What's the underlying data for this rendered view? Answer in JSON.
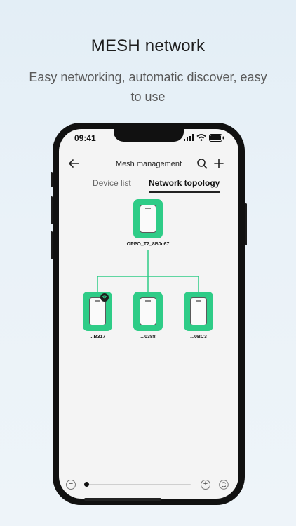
{
  "headline": "MESH network",
  "subline": "Easy networking, automatic discover, easy to use",
  "phone": {
    "status_time": "09:41",
    "header_title": "Mesh management",
    "tabs": [
      {
        "label": "Device list",
        "active": false
      },
      {
        "label": "Network topology",
        "active": true
      }
    ],
    "topology": {
      "root": {
        "label": "OPPO_T2_8B0c67"
      },
      "children": [
        {
          "label": "...B317",
          "badge": "wifi-icon"
        },
        {
          "label": "...0388"
        },
        {
          "label": "...0BC3"
        }
      ]
    },
    "zoom": {
      "level": 0.0
    },
    "colors": {
      "node": "#2ecc87",
      "link": "#2ecc87"
    }
  }
}
